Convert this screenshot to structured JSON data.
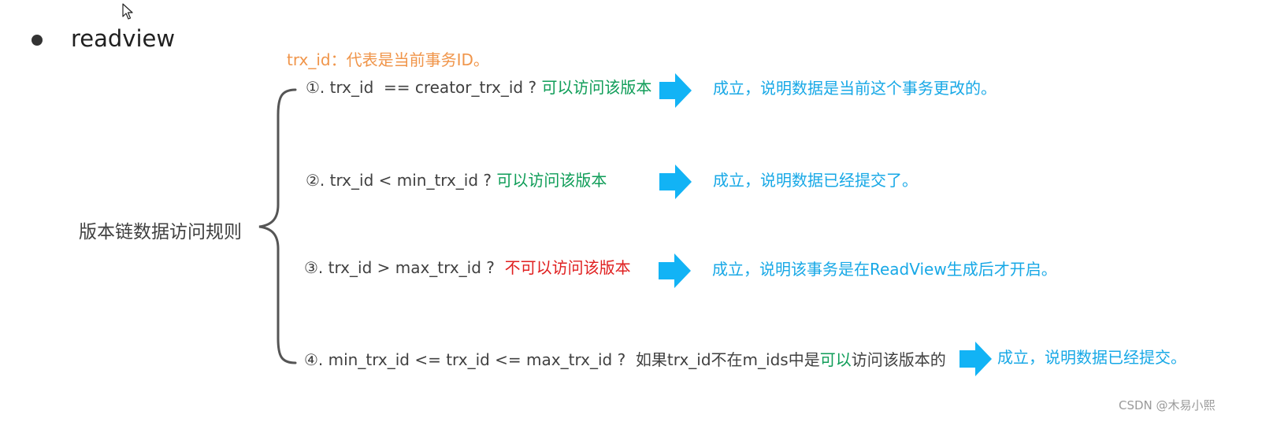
{
  "colors": {
    "text": "#404040",
    "green": "#0f9d58",
    "red": "#e02020",
    "orange": "#f0954a",
    "cyan": "#17a8e6",
    "arrow": "#12b3f5"
  },
  "bullet": {
    "text": "readview"
  },
  "note": {
    "text": "trx_id：代表是当前事务ID。"
  },
  "root": {
    "label": "版本链数据访问规则"
  },
  "rules": [
    {
      "cond": "①. trx_id  == creator_trx_id ? ",
      "verdict": "可以访问该版本",
      "verdict_color": "green",
      "result": "成立，说明数据是当前这个事务更改的。"
    },
    {
      "cond": "②. trx_id < min_trx_id ? ",
      "verdict": "可以访问该版本",
      "verdict_color": "green",
      "result": "成立，说明数据已经提交了。"
    },
    {
      "cond": "③. trx_id > max_trx_id ?  ",
      "verdict": "不可以访问该版本",
      "verdict_color": "red",
      "result": "成立，说明该事务是在ReadView生成后才开启。"
    },
    {
      "cond": "④. min_trx_id <= trx_id <= max_trx_id ?  如果trx_id不在m_ids中是",
      "verdict": "可以",
      "verdict_color": "green",
      "tail": "访问该版本的",
      "result": "成立，说明数据已经提交。"
    }
  ],
  "watermark": {
    "text": "CSDN @木易小熙"
  },
  "icons": {
    "cursor": "mouse-pointer-icon",
    "arrow": "right-arrow-icon"
  }
}
